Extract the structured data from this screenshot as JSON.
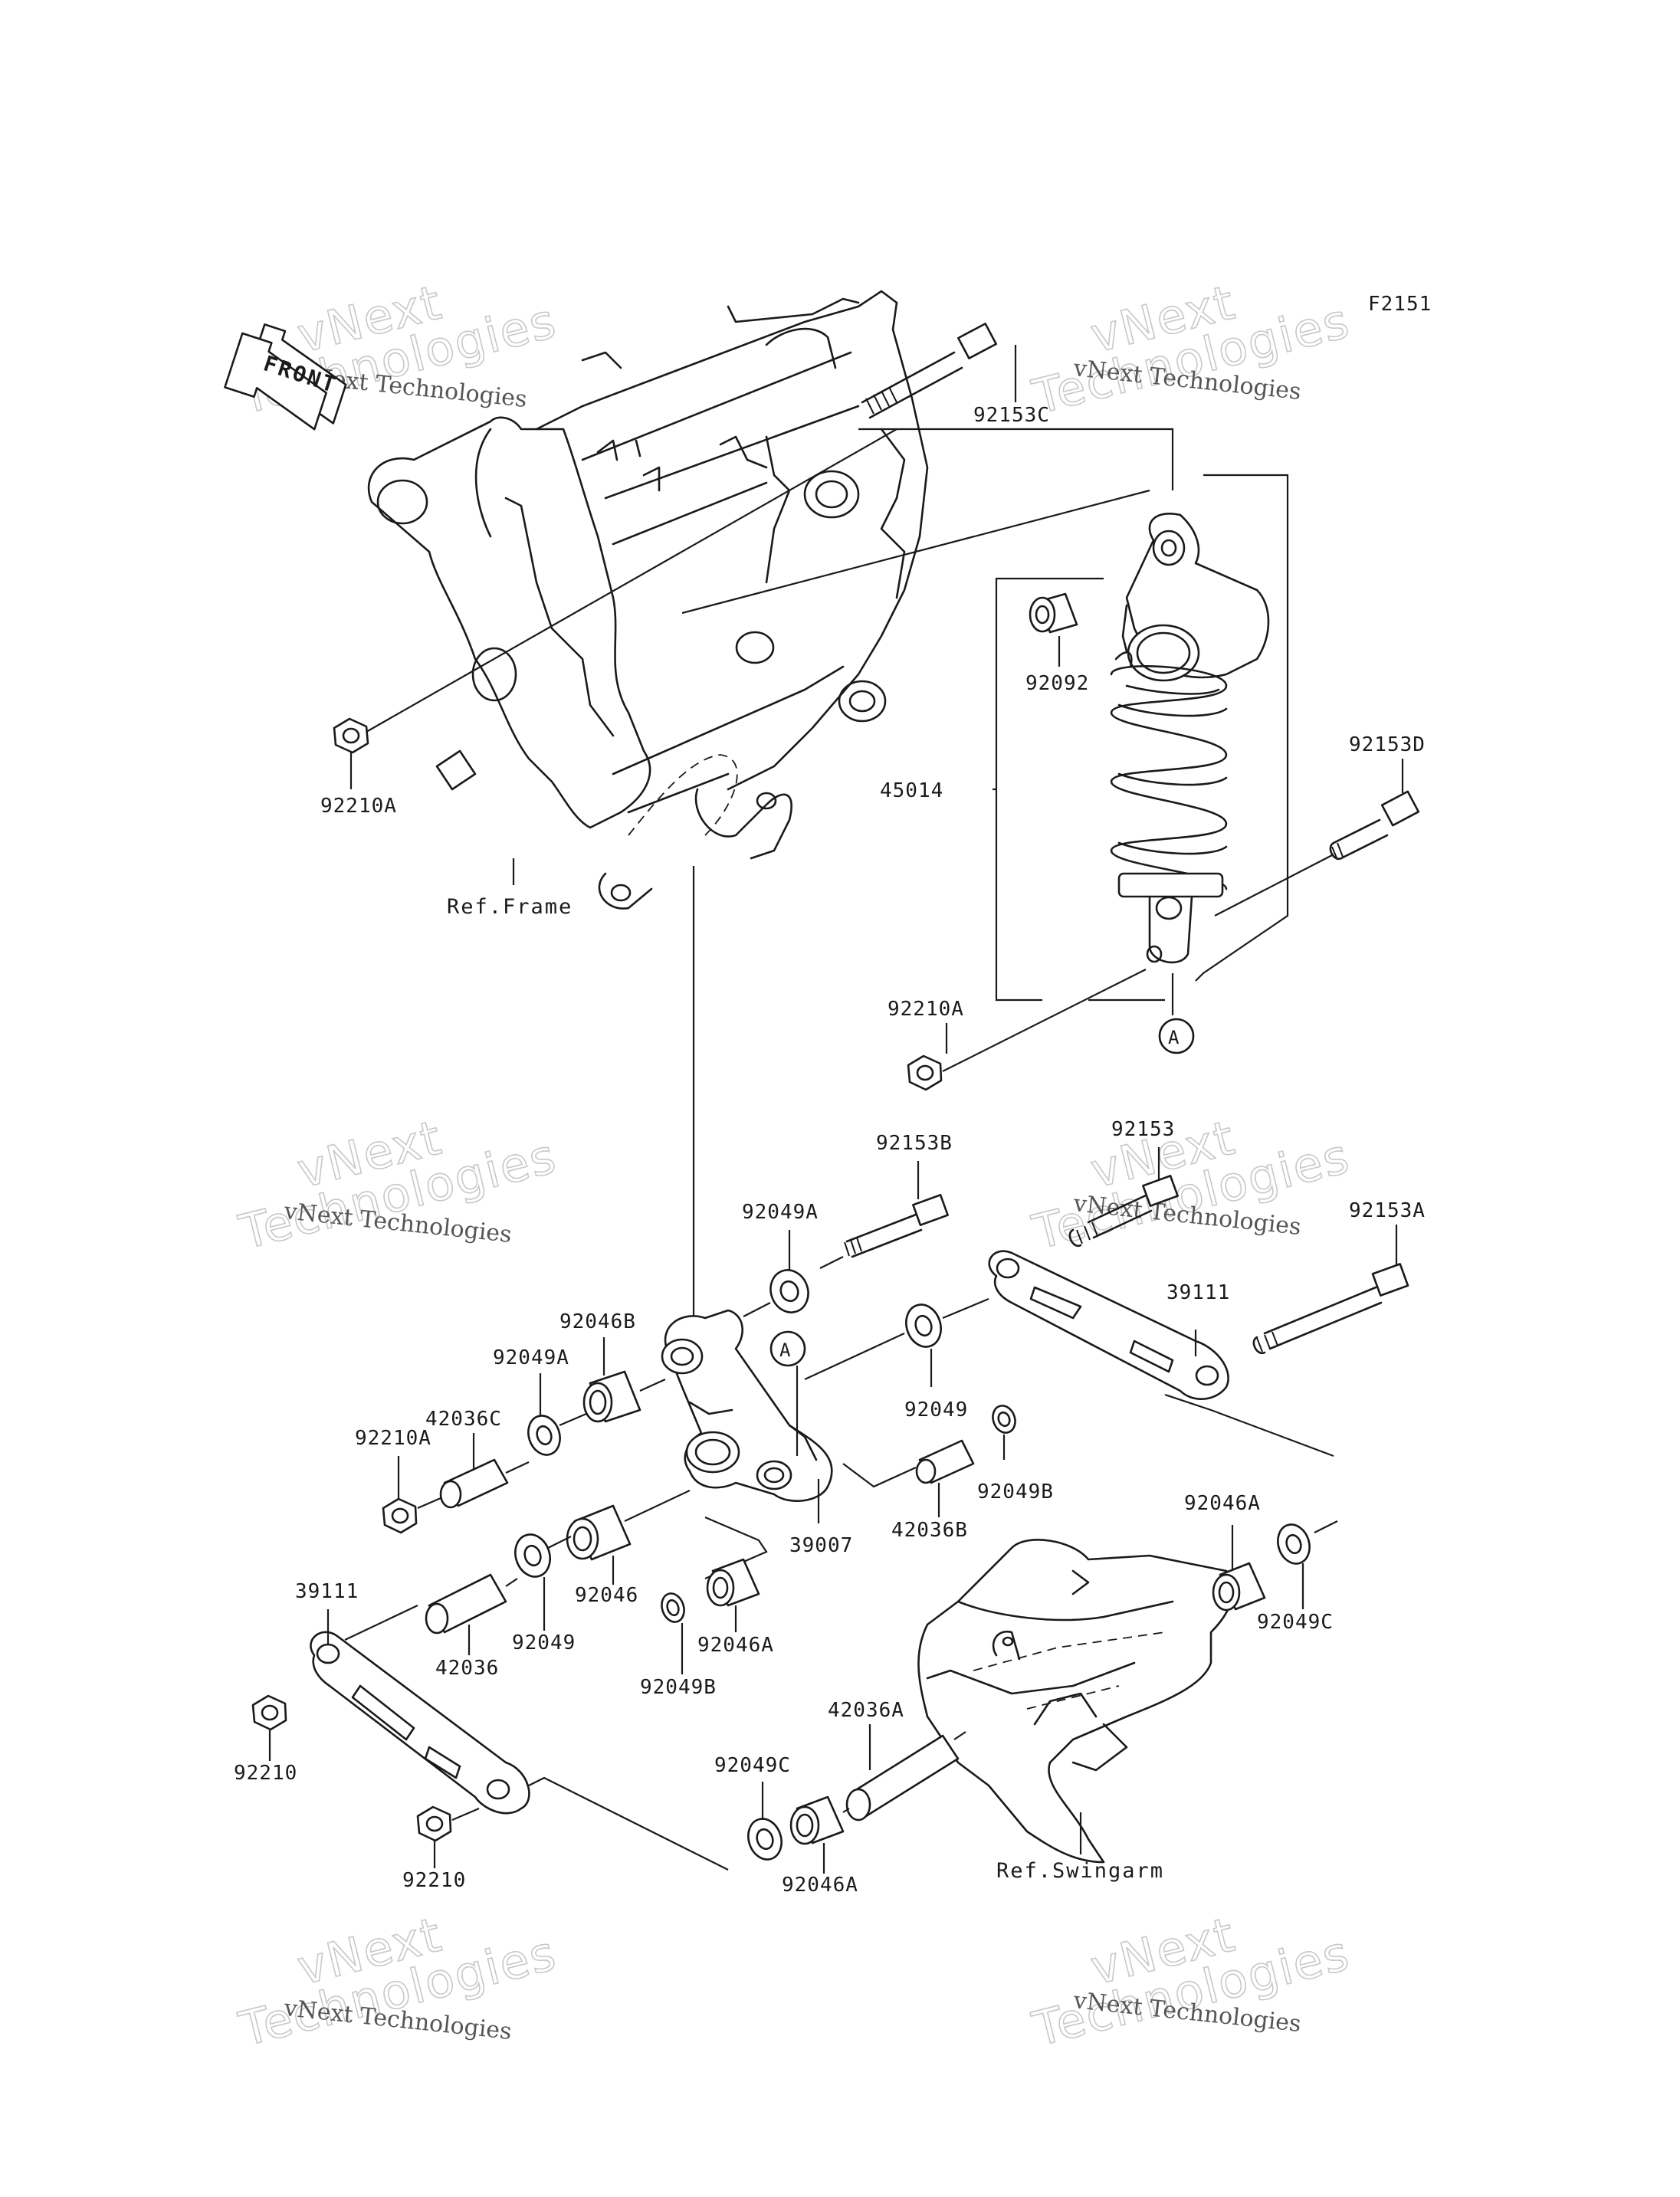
{
  "figure_code": "F2151",
  "front_badge": "FRONT",
  "watermark": {
    "line1": "vNext Technologies",
    "line2": "vNext",
    "line3": "Technologies"
  },
  "refs": {
    "frame": "Ref.Frame",
    "swingarm": "Ref.Swingarm"
  },
  "callout_symbol": "A",
  "parts": [
    {
      "key": "p92153C",
      "number": "92153C",
      "name": "bolt"
    },
    {
      "key": "p92092",
      "number": "92092",
      "name": "collar"
    },
    {
      "key": "p92153D",
      "number": "92153D",
      "name": "bolt"
    },
    {
      "key": "p45014",
      "number": "45014",
      "name": "shock-absorber"
    },
    {
      "key": "p92210A_top",
      "number": "92210A",
      "name": "nut"
    },
    {
      "key": "p92210A_mid",
      "number": "92210A",
      "name": "nut"
    },
    {
      "key": "p92153B",
      "number": "92153B",
      "name": "bolt"
    },
    {
      "key": "p92153",
      "number": "92153",
      "name": "bolt"
    },
    {
      "key": "p92153A",
      "number": "92153A",
      "name": "bolt"
    },
    {
      "key": "p92049A_top",
      "number": "92049A",
      "name": "seal"
    },
    {
      "key": "p92046B",
      "number": "92046B",
      "name": "bearing"
    },
    {
      "key": "p92049A_left",
      "number": "92049A",
      "name": "seal"
    },
    {
      "key": "p42036C",
      "number": "42036C",
      "name": "sleeve"
    },
    {
      "key": "p92210A_left",
      "number": "92210A",
      "name": "nut"
    },
    {
      "key": "p39111_right",
      "number": "39111",
      "name": "tie-rod"
    },
    {
      "key": "p92049_right",
      "number": "92049",
      "name": "seal"
    },
    {
      "key": "p92049B_right",
      "number": "92049B",
      "name": "seal"
    },
    {
      "key": "p42036B",
      "number": "42036B",
      "name": "sleeve"
    },
    {
      "key": "p39007",
      "number": "39007",
      "name": "rocker-arm"
    },
    {
      "key": "p92046",
      "number": "92046",
      "name": "bearing"
    },
    {
      "key": "p92049_left",
      "number": "92049",
      "name": "seal"
    },
    {
      "key": "p42036",
      "number": "42036",
      "name": "sleeve"
    },
    {
      "key": "p39111_left",
      "number": "39111",
      "name": "tie-rod"
    },
    {
      "key": "p92049B_left",
      "number": "92049B",
      "name": "seal"
    },
    {
      "key": "p92046A_mid",
      "number": "92046A",
      "name": "bearing"
    },
    {
      "key": "p92046A_right",
      "number": "92046A",
      "name": "bearing"
    },
    {
      "key": "p92049C_right",
      "number": "92049C",
      "name": "seal"
    },
    {
      "key": "p42036A",
      "number": "42036A",
      "name": "sleeve"
    },
    {
      "key": "p92049C_bottom",
      "number": "92049C",
      "name": "seal"
    },
    {
      "key": "p92046A_bottom",
      "number": "92046A",
      "name": "bearing"
    },
    {
      "key": "p92210_left",
      "number": "92210",
      "name": "nut"
    },
    {
      "key": "p92210_bottom",
      "number": "92210",
      "name": "nut"
    }
  ]
}
